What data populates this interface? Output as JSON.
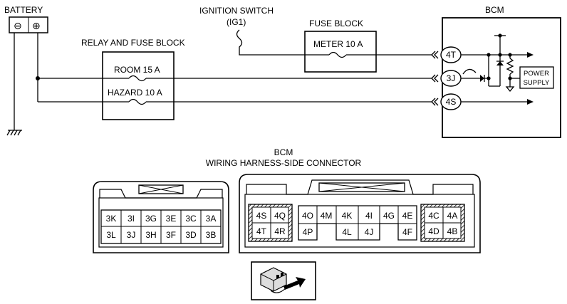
{
  "labels": {
    "battery": "BATTERY",
    "battery_neg": "⊖",
    "battery_pos": "⊕",
    "ignition_switch": "IGNITION SWITCH",
    "ig1": "(IG1)",
    "fuse_block": "FUSE BLOCK",
    "meter_fuse": "METER 10 A",
    "relay_fuse_block": "RELAY AND FUSE BLOCK",
    "room_fuse": "ROOM 15 A",
    "hazard_fuse": "HAZARD 10 A",
    "bcm_top": "BCM",
    "power_supply_line1": "POWER",
    "power_supply_line2": "SUPPLY",
    "bcm_connector_title": "BCM",
    "bcm_connector_subtitle": "WIRING HARNESS-SIDE CONNECTOR"
  },
  "bcm_terminals": [
    "4T",
    "3J",
    "4S"
  ],
  "connector_3": {
    "row1": [
      "3K",
      "3I",
      "3G",
      "3E",
      "3C",
      "3A"
    ],
    "row2": [
      "3L",
      "3J",
      "3H",
      "3F",
      "3D",
      "3B"
    ]
  },
  "connector_4": {
    "left_group": {
      "row1": [
        "4S",
        "4Q"
      ],
      "row2": [
        "4T",
        "4R"
      ]
    },
    "middle_row1": [
      "4O",
      "4M",
      "4K",
      "4I",
      "4G",
      "4E"
    ],
    "middle_row2": [
      "4P",
      "4L",
      "4J",
      "4F"
    ],
    "right_group": {
      "row1": [
        "4C",
        "4A"
      ],
      "row2": [
        "4D",
        "4B"
      ]
    }
  }
}
